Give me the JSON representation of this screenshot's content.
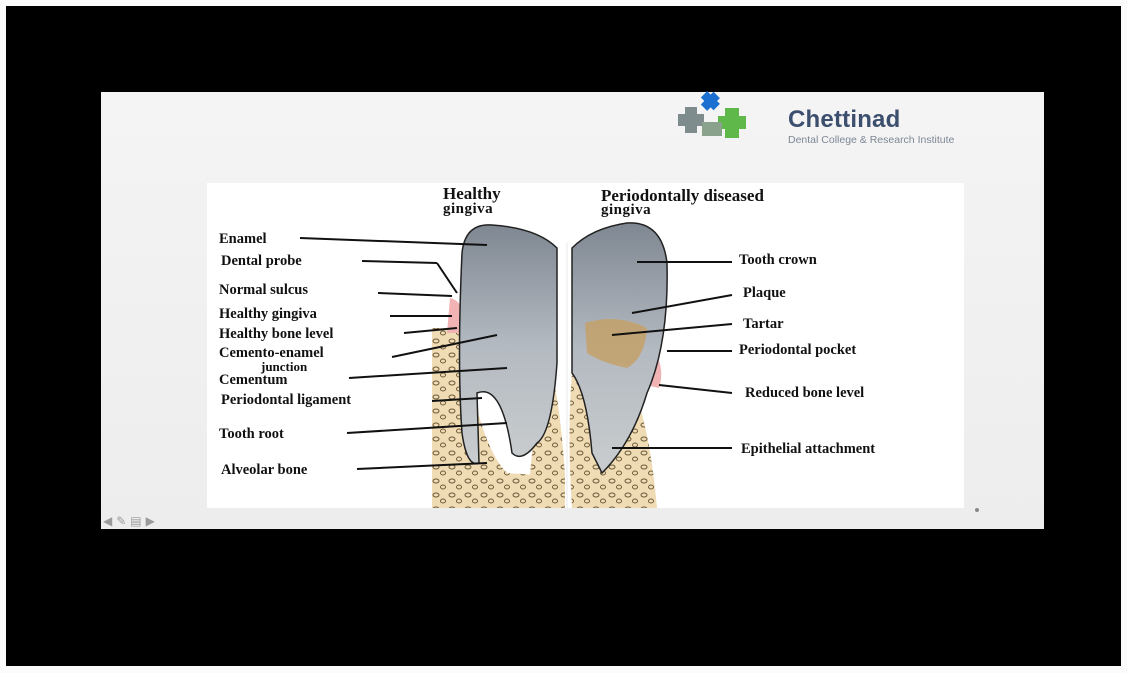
{
  "logo": {
    "name": "Chettinad",
    "subtitle": "Dental College & Research Institute",
    "colors": {
      "blue": "#1a6fd0",
      "green": "#5fb94a",
      "grey": "#7f8c8d"
    }
  },
  "diagram": {
    "header_left_line1": "Healthy",
    "header_left_line2": "gingiva",
    "header_right_line1": "Periodontally diseased",
    "header_right_line2": "gingiva",
    "left_labels": {
      "enamel": "Enamel",
      "dental_probe": "Dental probe",
      "normal_sulcus": "Normal sulcus",
      "healthy_gingiva": "Healthy gingiva",
      "healthy_bone_level": "Healthy bone level",
      "cej_line1": "Cemento-enamel",
      "cej_line2": "junction",
      "cementum": "Cementum",
      "periodontal_ligament": "Periodontal ligament",
      "tooth_root": "Tooth root",
      "alveolar_bone": "Alveolar bone"
    },
    "right_labels": {
      "tooth_crown": "Tooth crown",
      "plaque": "Plaque",
      "tartar": "Tartar",
      "periodontal_pocket": "Periodontal pocket",
      "reduced_bone_level": "Reduced bone level",
      "epithelial_attachment": "Epithelial attachment"
    }
  },
  "navigation": {
    "prev_icon": "arrow-left-icon",
    "pen_icon": "pen-icon",
    "menu_icon": "slide-menu-icon",
    "next_icon": "arrow-right-icon"
  }
}
